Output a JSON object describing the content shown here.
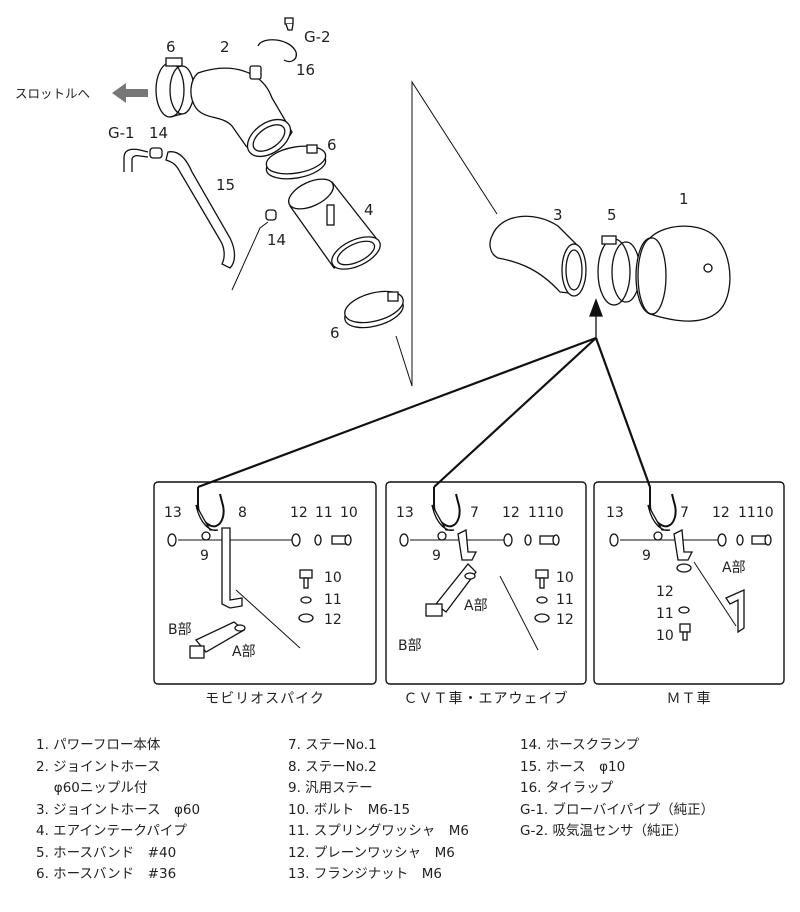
{
  "callouts": {
    "c6a": "6",
    "c2": "2",
    "cG2": "G-2",
    "c16": "16",
    "throttle": "スロットルへ",
    "cG1": "G-1",
    "c14a": "14",
    "c6b": "6",
    "c15": "15",
    "c4": "4",
    "c14b": "14",
    "c6c": "6",
    "c3": "3",
    "c5": "5",
    "c1": "1"
  },
  "panels": [
    {
      "caption": "モビリオスパイク",
      "n13": "13",
      "n8": "8",
      "n12": "12",
      "n11": "11",
      "n10": "10",
      "n9": "9",
      "s10": "10",
      "s11": "11",
      "s12": "12",
      "bbu": "B部",
      "abu": "A部"
    },
    {
      "caption": "ＣＶＴ車・エアウェイブ",
      "n13": "13",
      "n7": "7",
      "n12": "12",
      "n1110": "1110",
      "n9": "9",
      "s10": "10",
      "s11": "11",
      "s12": "12",
      "abu": "A部",
      "bbu": "B部"
    },
    {
      "caption": "ＭＴ車",
      "n13": "13",
      "n7": "7",
      "n12": "12",
      "n1110": "1110",
      "n9": "9",
      "abu": "A部",
      "s12": "12",
      "s11": "11",
      "s10": "10"
    }
  ],
  "legend": {
    "col1": [
      "1. パワーフロー本体",
      "2. ジョイントホース",
      "　 φ60ニップル付",
      "3. ジョイントホース　φ60",
      "4. エアインテークパイプ",
      "5. ホースバンド　#40",
      "6. ホースバンド　#36"
    ],
    "col2": [
      "7. ステーNo.1",
      "8. ステーNo.2",
      "9. 汎用ステー",
      "10. ボルト　M6-15",
      "11. スプリングワッシャ　M6",
      "12. プレーンワッシャ　M6",
      "13. フランジナット　M6"
    ],
    "col3": [
      "14. ホースクランプ",
      "15. ホース　φ10",
      "16. タイラップ",
      "G-1. ブローバイパイプ（純正）",
      "G-2. 吸気温センサ（純正）"
    ]
  }
}
